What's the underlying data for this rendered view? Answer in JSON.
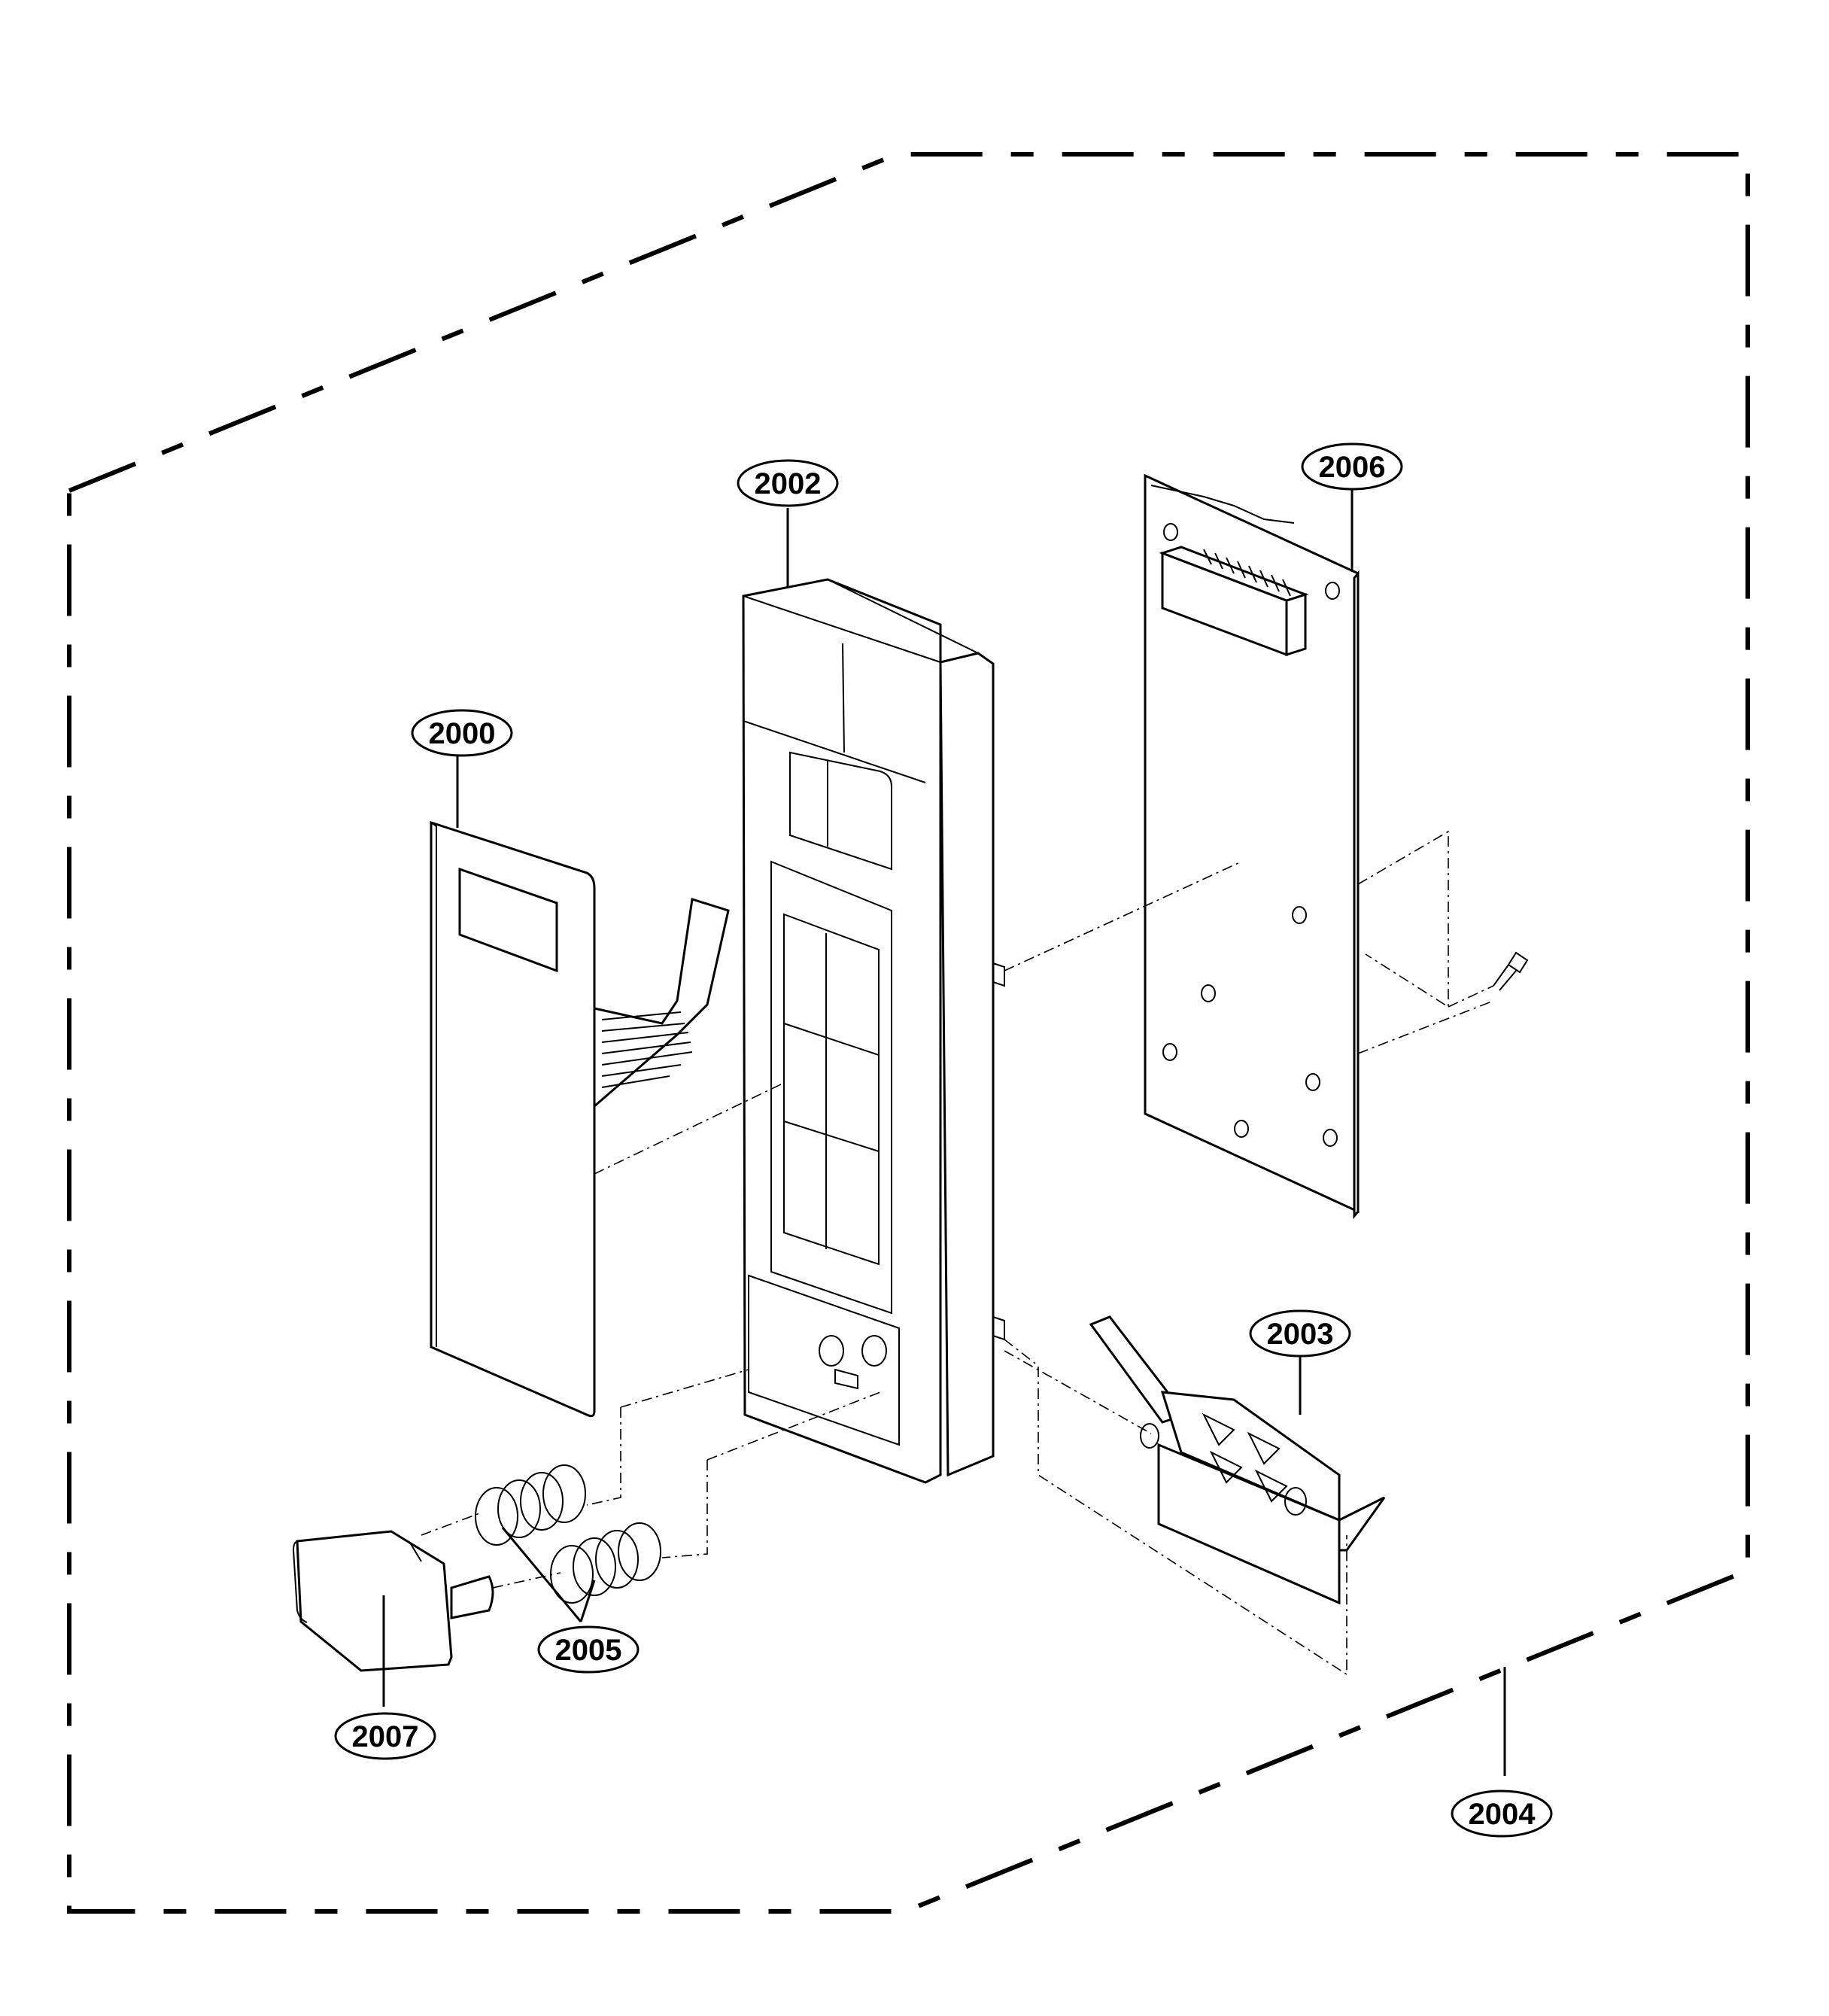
{
  "labels": {
    "part_2000": "2000",
    "part_2002": "2002",
    "part_2003": "2003",
    "part_2004": "2004",
    "part_2005": "2005",
    "part_2006": "2006",
    "part_2007": "2007"
  }
}
